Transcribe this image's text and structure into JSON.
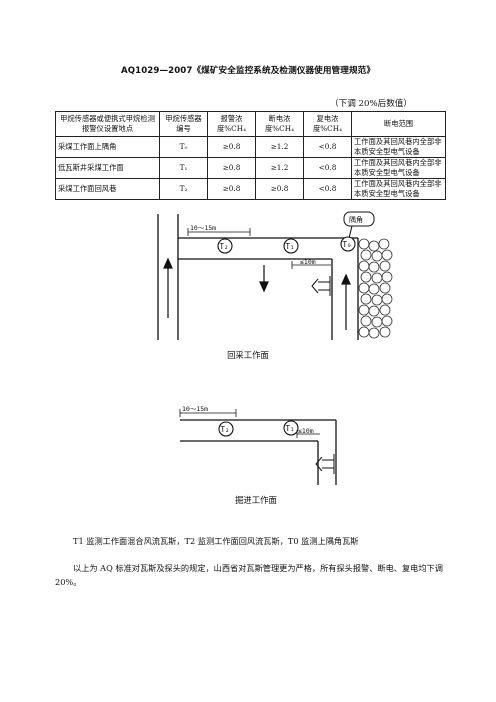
{
  "document": {
    "title": "AQ1029—2007《煤矿安全监控系统及检测仪器使用管理规范》",
    "table_note": "（下调 20%后数值）",
    "table": {
      "headers": [
        "甲烷传感器或便携式甲烷检测报警仪设置地点",
        "甲烷传感器编号",
        "报警浓度%CH₄",
        "断电浓度%CH₄",
        "复电浓度%CH₄",
        "断电范围"
      ],
      "rows": [
        [
          "采煤工作面上隅角",
          "T₀",
          "≥0.8",
          "≥1.2",
          "<0.8",
          "工作面及其回风巷内全部非本质安全型电气设备"
        ],
        [
          "低瓦斯井采煤工作面",
          "T₁",
          "≥0.8",
          "≥1.2",
          "<0.8",
          "工作面及其回风巷内全部非本质安全型电气设备"
        ],
        [
          "采煤工作面回风巷",
          "T₂",
          "≥0.8",
          "≥0.8",
          "<0.8",
          "工作面及其回风巷内全部非本质安全型电气设备"
        ]
      ]
    },
    "diagram1": {
      "caption": "回采工作面",
      "label_corner": "隅角",
      "dim_top": "10～15m",
      "dim_mid": "≤10m",
      "sensor_t2": "T₂",
      "sensor_t1": "T₁",
      "sensor_t0": "T₀"
    },
    "diagram2": {
      "caption": "掘进工作面",
      "dim_top": "10～15m",
      "dim_mid": "≤10m",
      "sensor_t2": "T₂",
      "sensor_t1": "T₁"
    },
    "paragraphs": [
      "T1 监测工作面混合风流瓦斯，T2 监测工作面回风流瓦斯，T0 监测上隅角瓦斯",
      "以上为 AQ 标准对瓦斯及探头的规定，山西省对瓦斯管理更为严格，所有探头报警、断电、复电均下调 20%。"
    ]
  }
}
